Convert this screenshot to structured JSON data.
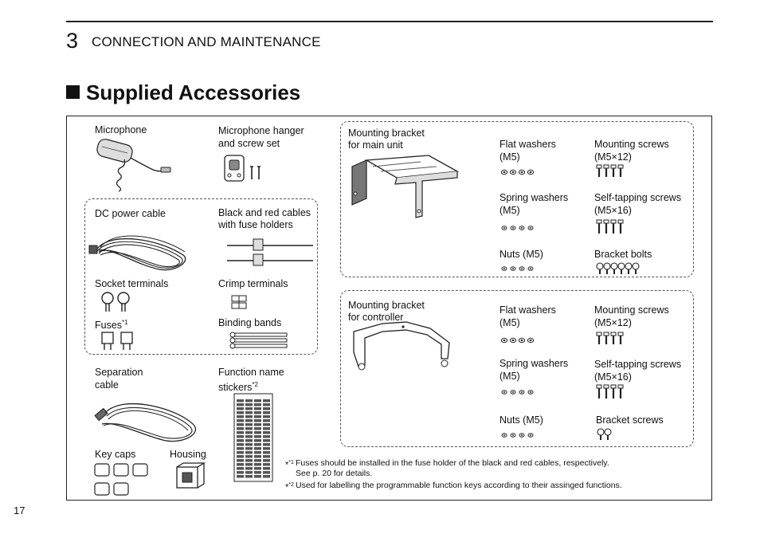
{
  "chapter": {
    "number": "3",
    "title": "CONNECTION AND MAINTENANCE"
  },
  "section_title": "Supplied Accessories",
  "items": {
    "microphone": "Microphone",
    "mic_hanger_1": "Microphone hanger",
    "mic_hanger_2": "and screw set",
    "dc_power_cable": "DC power cable",
    "fuse_cables_1": "Black and red cables",
    "fuse_cables_2": "with fuse holders",
    "socket_terminals": "Socket terminals",
    "crimp_terminals": "Crimp terminals",
    "fuses": "Fuses",
    "fuses_sup": "*1",
    "binding_bands": "Binding bands",
    "separation_cable_1": "Separation",
    "separation_cable_2": "cable",
    "function_stickers_1": "Function name",
    "function_stickers_2": "stickers",
    "function_stickers_sup": "*2",
    "key_caps": "Key caps",
    "housing": "Housing"
  },
  "main_bracket_group": {
    "title_1": "Mounting bracket",
    "title_2": "for main unit",
    "flat_washers_1": "Flat washers",
    "flat_washers_2": "(M5)",
    "mounting_screws_1": "Mounting screws",
    "mounting_screws_2": "(M5×12)",
    "spring_washers_1": "Spring washers",
    "spring_washers_2": "(M5)",
    "self_tapping_1": "Self-tapping screws",
    "self_tapping_2": "(M5×16)",
    "nuts": "Nuts (M5)",
    "bracket_bolts": "Bracket bolts"
  },
  "controller_bracket_group": {
    "title_1": "Mounting bracket",
    "title_2": "for controller",
    "flat_washers_1": "Flat washers",
    "flat_washers_2": "(M5)",
    "mounting_screws_1": "Mounting screws",
    "mounting_screws_2": "(M5×12)",
    "spring_washers_1": "Spring washers",
    "spring_washers_2": "(M5)",
    "self_tapping_1": "Self-tapping screws",
    "self_tapping_2": "(M5×16)",
    "nuts": "Nuts (M5)",
    "bracket_screws": "Bracket screws"
  },
  "footnotes": {
    "fn1_mark": "*1",
    "fn1_line1": "Fuses should be installed in the fuse holder of the black and red cables, respectively.",
    "fn1_line2": "See p. 20 for details.",
    "fn2_mark": "*2",
    "fn2_line1": "Used for labelling the programmable function keys according to their assinged functions."
  },
  "page_number": "17"
}
